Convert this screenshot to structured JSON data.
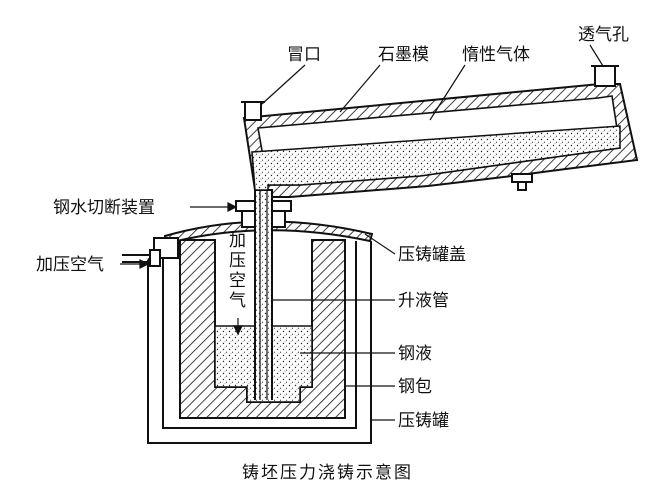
{
  "labels": {
    "riser_mouth": "冒口",
    "graphite_mold": "石墨模",
    "inert_gas": "惰性气体",
    "vent_hole": "透气孔",
    "steel_cutoff_device": "钢水切断装置",
    "pressurized_air": "加压空气",
    "pressure_tank_lid": "压铸罐盖",
    "pressurized_air_vertical": [
      "加",
      "压",
      "空",
      "气"
    ],
    "riser_tube": "升液管",
    "molten_steel": "钢液",
    "ladle": "钢包",
    "pressure_tank": "压铸罐"
  },
  "caption": "铸坯压力浇铸示意图",
  "colors": {
    "line": "#111111",
    "background": "#ffffff"
  }
}
